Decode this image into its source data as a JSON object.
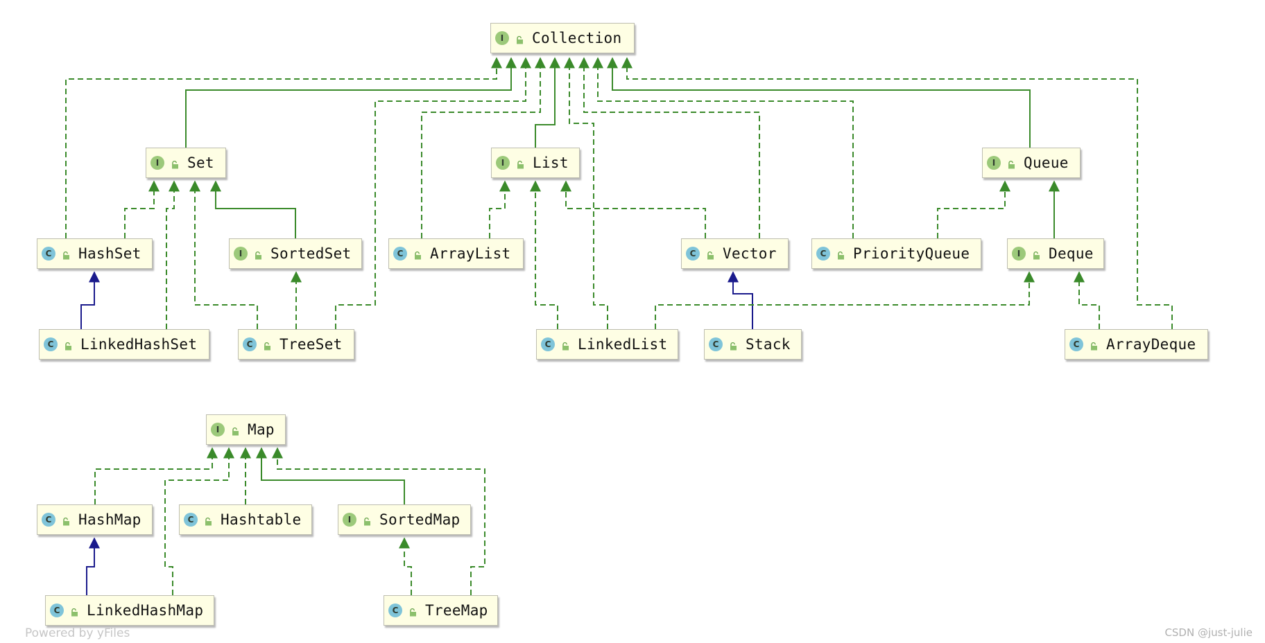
{
  "nodes": {
    "Collection": {
      "label": "Collection",
      "kind": "interface"
    },
    "Set": {
      "label": "Set",
      "kind": "interface"
    },
    "List": {
      "label": "List",
      "kind": "interface"
    },
    "Queue": {
      "label": "Queue",
      "kind": "interface"
    },
    "HashSet": {
      "label": "HashSet",
      "kind": "class"
    },
    "SortedSet": {
      "label": "SortedSet",
      "kind": "interface"
    },
    "ArrayList": {
      "label": "ArrayList",
      "kind": "class"
    },
    "Vector": {
      "label": "Vector",
      "kind": "class"
    },
    "PriorityQueue": {
      "label": "PriorityQueue",
      "kind": "class"
    },
    "Deque": {
      "label": "Deque",
      "kind": "interface"
    },
    "LinkedHashSet": {
      "label": "LinkedHashSet",
      "kind": "class"
    },
    "TreeSet": {
      "label": "TreeSet",
      "kind": "class"
    },
    "LinkedList": {
      "label": "LinkedList",
      "kind": "class"
    },
    "Stack": {
      "label": "Stack",
      "kind": "class"
    },
    "ArrayDeque": {
      "label": "ArrayDeque",
      "kind": "class"
    },
    "Map": {
      "label": "Map",
      "kind": "interface"
    },
    "HashMap": {
      "label": "HashMap",
      "kind": "class"
    },
    "Hashtable": {
      "label": "Hashtable",
      "kind": "class"
    },
    "SortedMap": {
      "label": "SortedMap",
      "kind": "interface"
    },
    "LinkedHashMap": {
      "label": "LinkedHashMap",
      "kind": "class"
    },
    "TreeMap": {
      "label": "TreeMap",
      "kind": "class"
    }
  },
  "badges": {
    "class": "C",
    "interface": "I"
  },
  "edges": [
    {
      "from": "HashSet",
      "to": "Collection",
      "type": "implements"
    },
    {
      "from": "Set",
      "to": "Collection",
      "type": "extends"
    },
    {
      "from": "TreeSet",
      "to": "Collection",
      "type": "implements"
    },
    {
      "from": "ArrayList",
      "to": "Collection",
      "type": "implements"
    },
    {
      "from": "List",
      "to": "Collection",
      "type": "extends"
    },
    {
      "from": "LinkedList",
      "to": "Collection",
      "type": "implements"
    },
    {
      "from": "Vector",
      "to": "Collection",
      "type": "implements"
    },
    {
      "from": "PriorityQueue",
      "to": "Collection",
      "type": "implements"
    },
    {
      "from": "Queue",
      "to": "Collection",
      "type": "extends"
    },
    {
      "from": "ArrayDeque",
      "to": "Collection",
      "type": "implements"
    },
    {
      "from": "HashSet",
      "to": "Set",
      "type": "implements"
    },
    {
      "from": "LinkedHashSet",
      "to": "Set",
      "type": "implements"
    },
    {
      "from": "TreeSet",
      "to": "Set",
      "type": "implements"
    },
    {
      "from": "SortedSet",
      "to": "Set",
      "type": "extends"
    },
    {
      "from": "TreeSet",
      "to": "SortedSet",
      "type": "implements"
    },
    {
      "from": "LinkedHashSet",
      "to": "HashSet",
      "type": "class-extends"
    },
    {
      "from": "ArrayList",
      "to": "List",
      "type": "implements"
    },
    {
      "from": "LinkedList",
      "to": "List",
      "type": "implements"
    },
    {
      "from": "Vector",
      "to": "List",
      "type": "implements"
    },
    {
      "from": "Stack",
      "to": "Vector",
      "type": "class-extends"
    },
    {
      "from": "PriorityQueue",
      "to": "Queue",
      "type": "implements"
    },
    {
      "from": "Deque",
      "to": "Queue",
      "type": "extends"
    },
    {
      "from": "LinkedList",
      "to": "Deque",
      "type": "implements"
    },
    {
      "from": "ArrayDeque",
      "to": "Deque",
      "type": "implements"
    },
    {
      "from": "HashMap",
      "to": "Map",
      "type": "implements"
    },
    {
      "from": "LinkedHashMap",
      "to": "Map",
      "type": "implements"
    },
    {
      "from": "Hashtable",
      "to": "Map",
      "type": "implements"
    },
    {
      "from": "SortedMap",
      "to": "Map",
      "type": "extends"
    },
    {
      "from": "TreeMap",
      "to": "Map",
      "type": "implements"
    },
    {
      "from": "LinkedHashMap",
      "to": "HashMap",
      "type": "class-extends"
    },
    {
      "from": "TreeMap",
      "to": "SortedMap",
      "type": "implements"
    }
  ],
  "colors": {
    "implements": "#3a8a2a",
    "extends": "#3a8a2a",
    "class_extends": "#1a1a8c",
    "node_fill": "#fefee4",
    "class_badge": "#7fc4d9",
    "interface_badge": "#9cc97a"
  },
  "footer": {
    "powered_by": "Powered by yFiles",
    "watermark": "CSDN @just-julie"
  }
}
